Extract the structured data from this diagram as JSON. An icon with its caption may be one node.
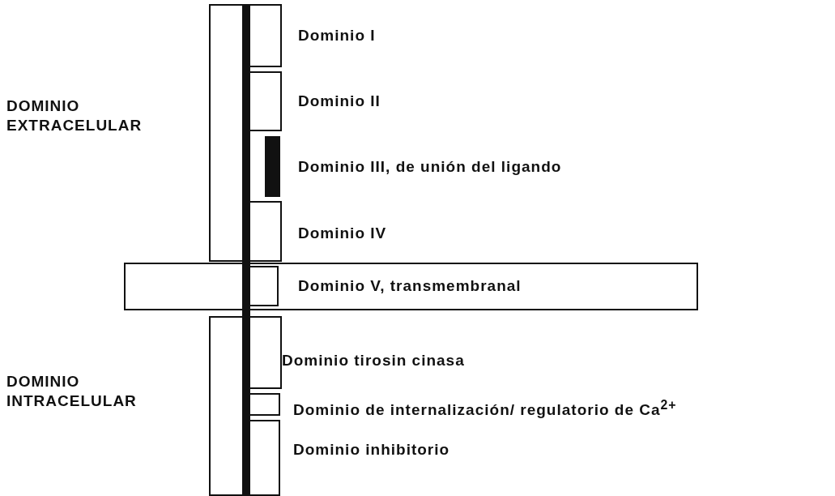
{
  "diagram": {
    "nodes": [
      {
        "text": [],
        "shape": "box"
      },
      {
        "text": [
          "Dominio I"
        ]
      },
      {
        "text": [
          "Dominio II"
        ]
      },
      {
        "text": [
          "Dominio III, de unión del ligando"
        ]
      },
      {
        "text": [
          "Dominio IV"
        ]
      },
      {
        "text": [
          "Dominio V, transmembranal"
        ]
      },
      {
        "text": [],
        "shape": "box"
      },
      {
        "text": [
          "Dominio tirosin cinasa"
        ]
      },
      {
        "text": [
          "Dominio de internalización/ regulatorio de Ca$^{2+}$"
        ]
      },
      {
        "text": [
          "Dominio inhibitorio"
        ]
      }
    ],
    "labels": [
      "DOMINIO EXTRACELULAR",
      "DOMINIO INTRACELULAR"
    ]
  }
}
